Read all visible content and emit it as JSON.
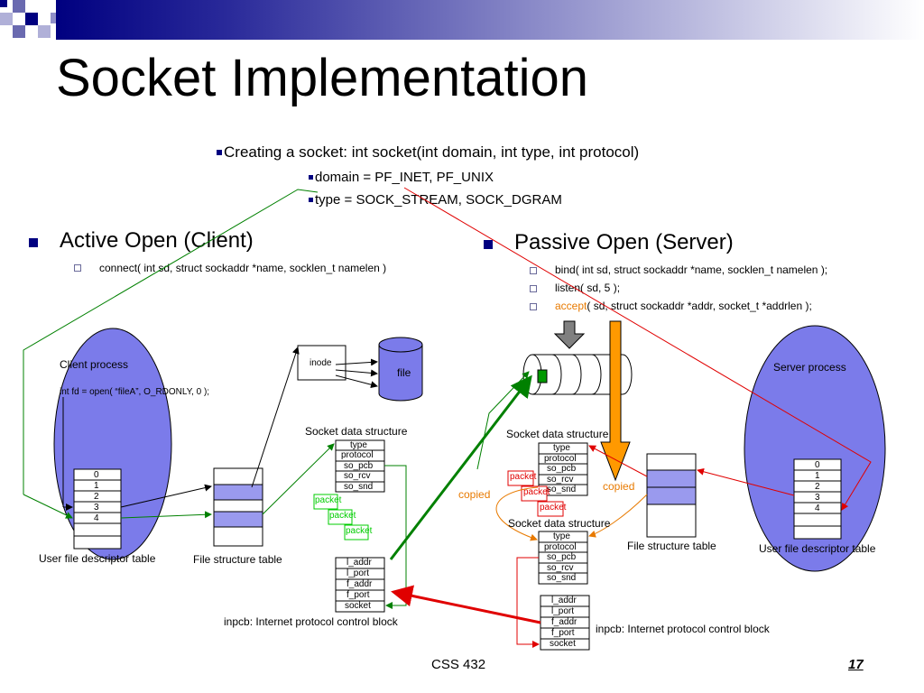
{
  "slide": {
    "title": "Socket Implementation",
    "bullets": {
      "socket_call": "Creating a socket: int socket(int domain, int type, int protocol)",
      "domain": "domain = PF_INET, PF_UNIX",
      "type": "type = SOCK_STREAM, SOCK_DGRAM"
    },
    "client": {
      "heading": "Active Open (Client)",
      "connect": "connect( int sd, struct sockaddr *name, socklen_t namelen )"
    },
    "server": {
      "heading": "Passive Open (Server)",
      "bind": "bind( int sd, struct sockaddr *name, socklen_t namelen );",
      "listen": "listen( sd, 5 );",
      "accept_keyword": "accept",
      "accept_rest": "( sd, struct sockaddr *addr, socket_t *addrlen );"
    },
    "footer": "CSS 432",
    "page_number": "17"
  },
  "diagram": {
    "client_process": "Client process",
    "open_call": "int fd = open( “fileA”, O_RDONLY, 0 );",
    "server_process": "Server process",
    "user_fd_table": "User file descriptor table",
    "file_structure_table": "File structure table",
    "inode": "inode",
    "file": "file",
    "socket_data_structure": "Socket data structure",
    "socket_fields": [
      "type",
      "protocol",
      "so_pcb",
      "so_rcv",
      "so_snd"
    ],
    "inpcb_fields": [
      "l_addr",
      "l_port",
      "f_addr",
      "f_port",
      "socket"
    ],
    "inpcb_label": "inpcb: Internet protocol control block",
    "fd_indices": [
      "0",
      "1",
      "2",
      "3",
      "4"
    ],
    "packet": "packet",
    "copied": "copied",
    "colors": {
      "slide_accent": "#000080",
      "process_fill": "#7b7bea",
      "table_highlight": "#9a9aee",
      "green_arrow": "#008000",
      "red_arrow": "#e00000",
      "orange_arrow": "#ff9900",
      "gray_arrow": "#808080",
      "packet_green": "#00cc00",
      "packet_red": "#e00000",
      "copied_orange": "#e87a00"
    }
  }
}
